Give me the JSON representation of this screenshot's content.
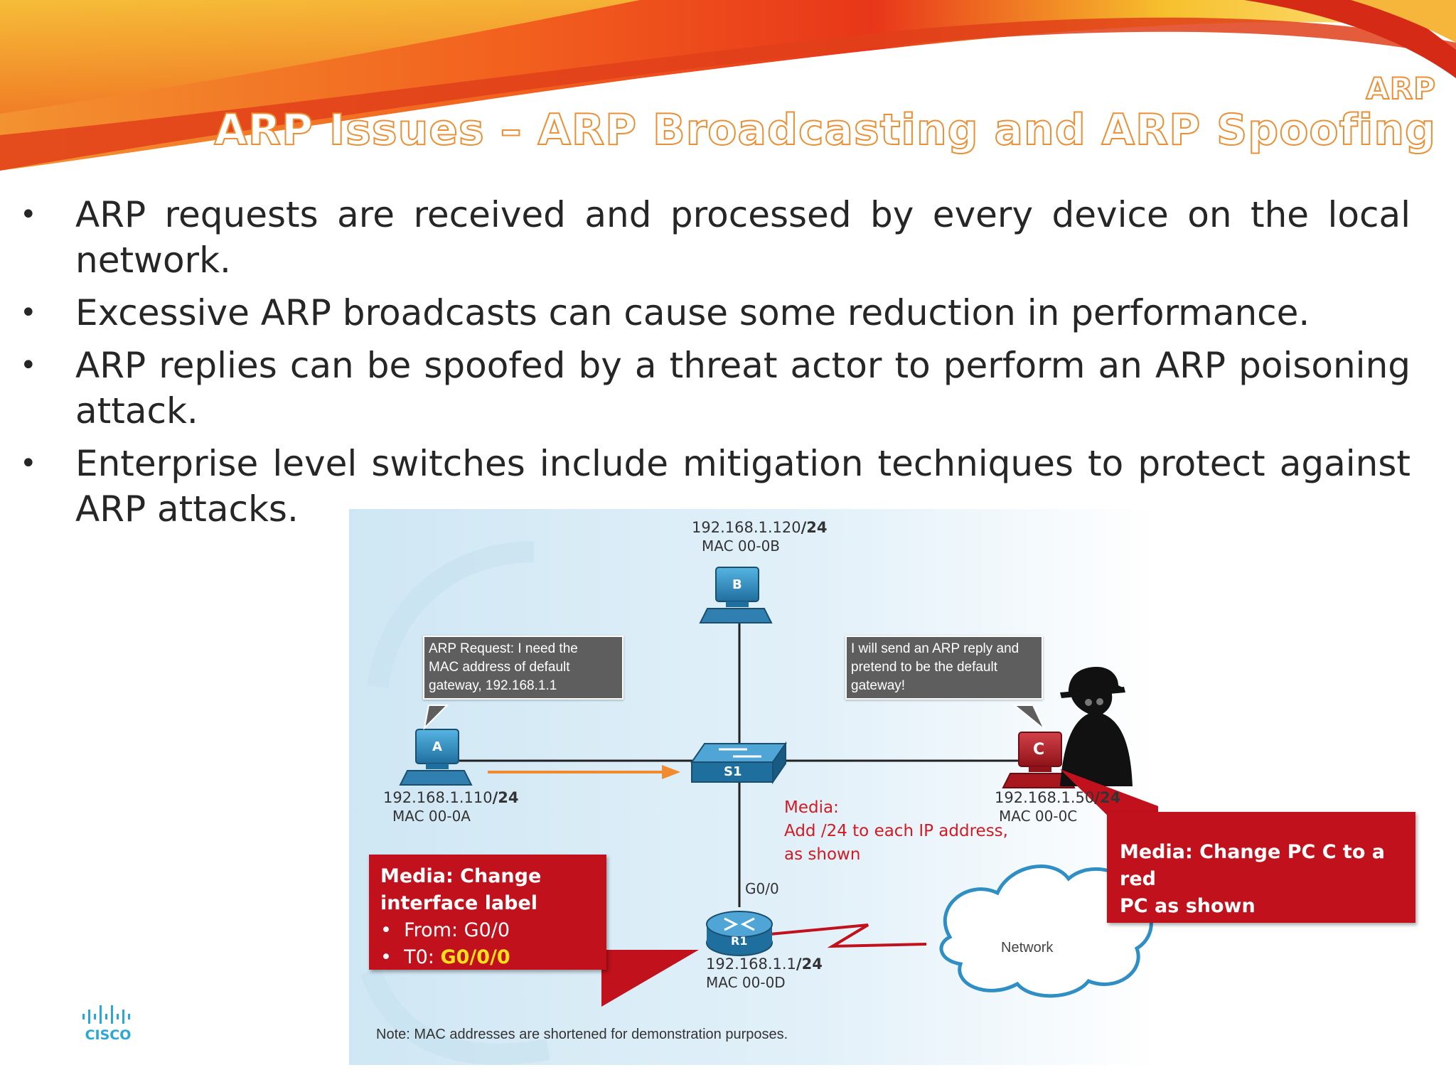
{
  "header": {
    "section": "ARP",
    "title": "ARP Issues – ARP Broadcasting and ARP Spoofing"
  },
  "bullets": [
    "ARP requests are received and processed by every device on the local network.",
    "Excessive ARP broadcasts can cause some reduction in performance.",
    "ARP replies can be spoofed by a threat actor to perform an ARP poisoning attack.",
    "Enterprise level switches include mitigation techniques to protect against ARP attacks."
  ],
  "diagram": {
    "pc_b": {
      "label": "B",
      "ip": "192.168.1.120",
      "prefix": "/24",
      "mac": "MAC 00-0B"
    },
    "pc_a": {
      "label": "A",
      "ip": "192.168.1.110",
      "prefix": "/24",
      "mac": "MAC 00-0A"
    },
    "pc_c": {
      "label": "C",
      "ip": "192.168.1.50",
      "prefix": "/24",
      "mac": "MAC 00-0C"
    },
    "switch": {
      "label": "S1"
    },
    "router": {
      "label": "R1",
      "ip": "192.168.1.1",
      "prefix": "/24",
      "mac": "MAC 00-0D",
      "interface": "G0/0"
    },
    "bubble_a": [
      "ARP Request: I need the",
      "MAC address of default",
      "gateway, 192.168.1.1"
    ],
    "bubble_c": [
      "I will send an ARP reply and",
      "pretend to be the default",
      "gateway!"
    ],
    "media_note": [
      "Media:",
      "Add /24 to each IP address,",
      "as shown"
    ],
    "media_interface": {
      "line1": "Media: Change",
      "line2": "interface label",
      "bullet_dot": "•",
      "from": "From: G0/0",
      "to_prefix": "T0: ",
      "to_value": "G0/0/0"
    },
    "media_pc_c": [
      "Media: Change PC C to a red",
      "PC as shown"
    ],
    "cloud": "Network",
    "footnote": "Note: MAC addresses are shortened for demonstration purposes.",
    "colors": {
      "arrow": "#f28a2e",
      "attack": "#c0111c",
      "device": "#2f8fc4",
      "background": "#d5ebf5"
    }
  },
  "logo": {
    "text": "CISCO"
  }
}
